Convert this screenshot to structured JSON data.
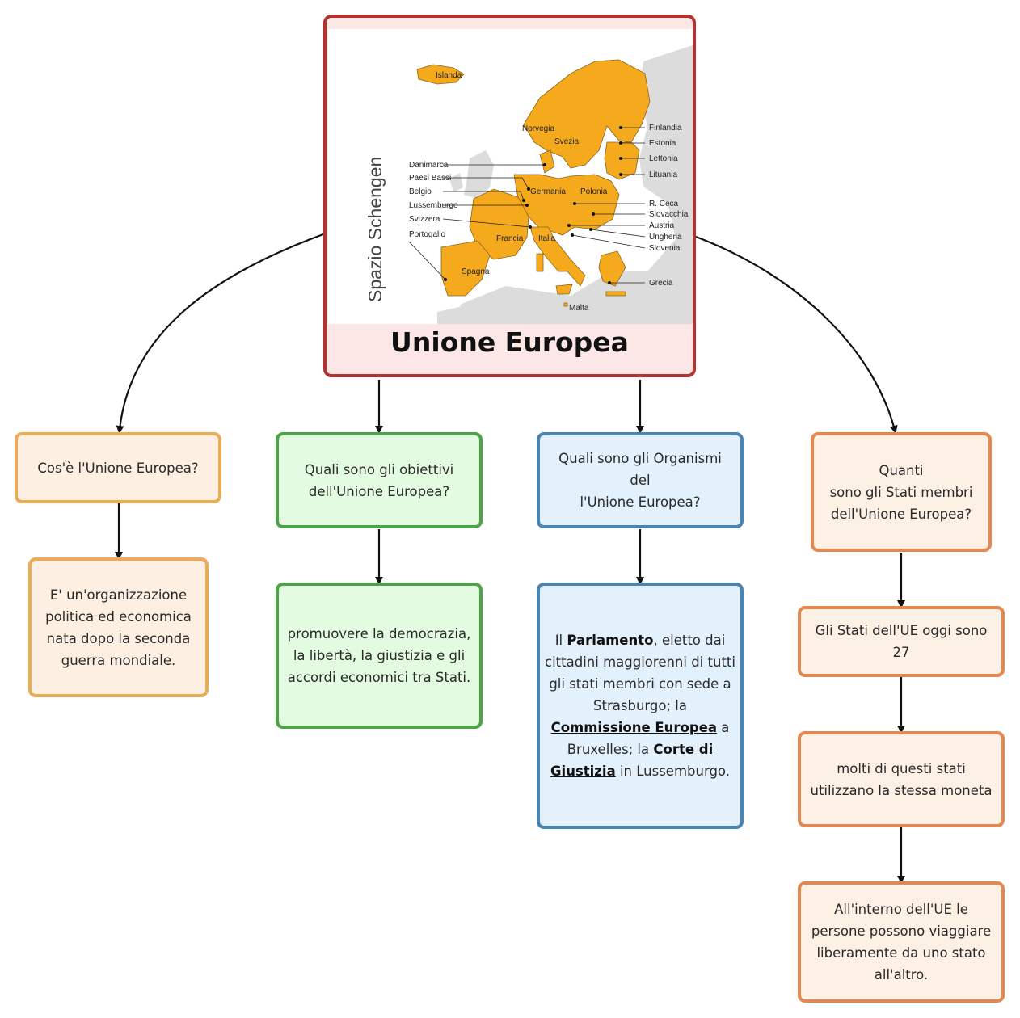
{
  "center": {
    "title": "Unione Europea",
    "map_caption": "Spazio Schengen",
    "map_labels": {
      "islanda": "Islanda",
      "norvegia": "Norvegia",
      "svezia": "Svezia",
      "finlandia": "Finlandia",
      "estonia": "Estonia",
      "lettonia": "Lettonia",
      "lituania": "Lituania",
      "danimarca": "Danimarca",
      "paesi_bassi": "Paesi Bassi",
      "belgio": "Belgio",
      "lussemburgo": "Lussemburgo",
      "svizzera": "Svizzera",
      "portogallo": "Portogallo",
      "germania": "Germania",
      "polonia": "Polonia",
      "r_ceca": "R. Ceca",
      "slovacchia": "Slovacchia",
      "austria": "Austria",
      "ungheria": "Ungheria",
      "slovenia": "Slovenia",
      "francia": "Francia",
      "italia": "Italia",
      "spagna": "Spagna",
      "grecia": "Grecia",
      "malta": "Malta"
    }
  },
  "branches": [
    {
      "question": "Cos'è l'Unione Europea?",
      "answers": [
        "E' un'organizzazione politica ed economica nata dopo la seconda guerra mondiale."
      ]
    },
    {
      "question": "Quali sono gli obiettivi dell'Unione Europea?",
      "answers": [
        "promuovere la democrazia, la libertà, la giustizia e gli accordi economici tra Stati."
      ]
    },
    {
      "question_lines": [
        "Quali sono gli Organismi",
        "del",
        "l'Unione Europea?"
      ],
      "answer_parts": {
        "t1": "Il ",
        "u1": "Parlamento",
        "t2": ", eletto dai cittadini maggiorenni di tutti gli stati membri con sede a Strasburgo; la ",
        "u2": "Commissione Europea",
        "t3": " a Bruxelles; la ",
        "u3": "Corte di Giustizia",
        "t4": " in Lussemburgo."
      }
    },
    {
      "question_lines": [
        "Quanti",
        "sono gli Stati membri",
        "dell'Unione Europea?"
      ],
      "answers": [
        "Gli Stati dell'UE oggi sono 27",
        "molti di questi stati utilizzano la stessa moneta",
        "All'interno dell'UE le persone possono viaggiare liberamente da uno stato all'altro."
      ]
    }
  ],
  "colors": {
    "center_border": "#b33330",
    "center_fill": "#fde6e6",
    "branch1": "#e9ad5a",
    "branch2": "#4ea247",
    "branch3": "#4a84b0",
    "branch4": "#e58850",
    "map_member": "#f5a91d",
    "map_other": "#dcdcdc"
  }
}
